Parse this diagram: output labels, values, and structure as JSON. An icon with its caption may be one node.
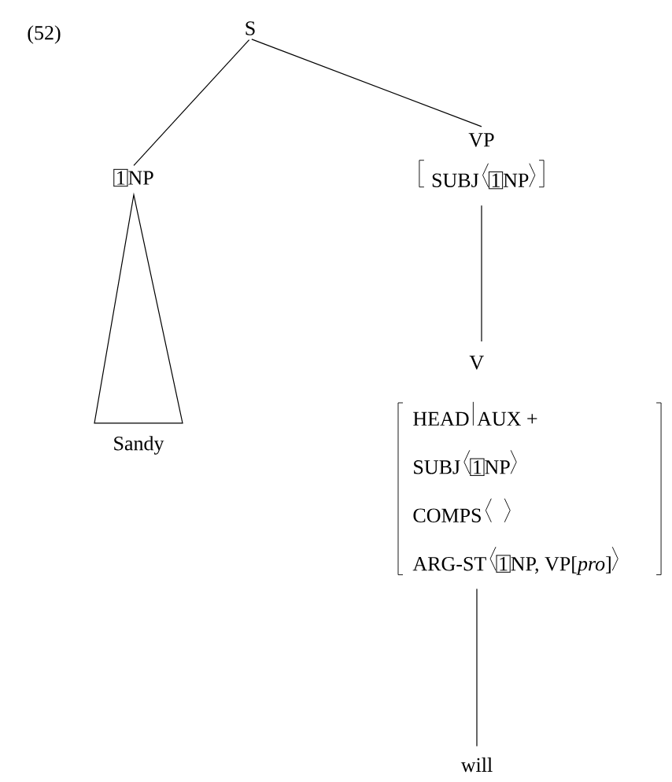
{
  "diagram": {
    "nodes": [
      {
        "text": [
          "S"
        ]
      },
      {
        "text": [
          "1",
          "NP"
        ]
      },
      {
        "text": [
          "VP",
          "SUBJ",
          "1",
          "NP"
        ]
      },
      {
        "text": [
          "Sandy"
        ]
      },
      {
        "text": [
          "V",
          "HEAD",
          "AUX +",
          "SUBJ",
          "1",
          "NP",
          "COMPS",
          "ARG-ST",
          "1",
          "NP, VP[*pro*]"
        ]
      },
      {
        "text": [
          "will"
        ]
      }
    ],
    "edges": [
      {
        "from": 0,
        "to": 1,
        "arrow": "none"
      },
      {
        "from": 0,
        "to": 2,
        "arrow": "none"
      },
      {
        "from": 1,
        "to": 3,
        "arrow": "none"
      },
      {
        "from": 2,
        "to": 4,
        "arrow": "none"
      },
      {
        "from": 4,
        "to": 5,
        "arrow": "none"
      }
    ],
    "labels": [
      "(52)"
    ]
  }
}
